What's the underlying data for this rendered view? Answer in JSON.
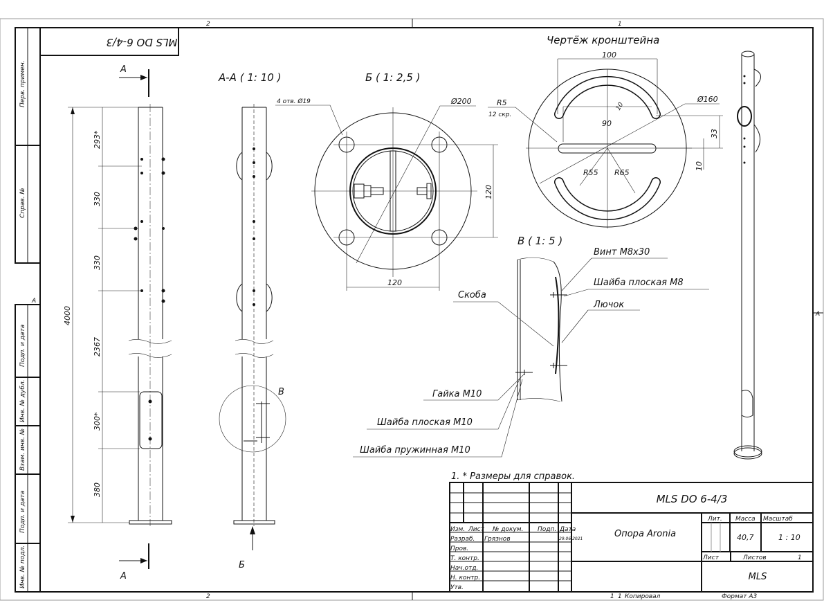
{
  "zones": {
    "top_left": "2",
    "top_right": "1",
    "bottom_left": "2",
    "bottom_right": "1",
    "left_a": "A",
    "right_a": "A"
  },
  "stamp_mirrored": "MLS DO 6-4/3",
  "side_strip": [
    "Перв. примен.",
    "Справ. №",
    "Подп. и дата",
    "Инв. № дубл.",
    "Взам. инв. №",
    "Подп. и дата",
    "Инв. № подл."
  ],
  "front_view": {
    "section_label_top": "А",
    "section_label_bottom": "А",
    "overall": "4000",
    "dims": [
      "293*",
      "330",
      "330",
      "2367",
      "300*",
      "380"
    ]
  },
  "section_view": {
    "title": "А-А ( 1: 10 )",
    "detail_label": "В",
    "view_label": "Б"
  },
  "base_view": {
    "title": "Б ( 1: 2,5 )",
    "holes": "4 отв. Ø19",
    "diameter": "Ø200",
    "dim_h": "120",
    "dim_v": "120"
  },
  "bracket": {
    "title": "Чертёж кронштейна",
    "r5": "R5",
    "r5_note": "12 скр.",
    "d100": "100",
    "d10a": "10",
    "d160": "Ø160",
    "d90": "90",
    "d33": "33",
    "d10b": "10",
    "r55": "R55",
    "r65": "R65"
  },
  "detail": {
    "title": "В ( 1: 5 )",
    "callouts": [
      "Винт М8х30",
      "Шайба плоская М8",
      "Лючок",
      "Скоба",
      "Гайка М10",
      "Шайба плоская М10",
      "Шайба пружинная М10"
    ]
  },
  "note": "1.   * Размеры для справок.",
  "title_block": {
    "designation": "MLS DO 6-4/3",
    "name": "Опора Aronia",
    "headers": [
      "Изм.",
      "Лист",
      "№ докум.",
      "Подп.",
      "Дата"
    ],
    "roles": [
      "Разраб.",
      "Пров.",
      "Т. контр.",
      "Нач.отд.",
      "Н. контр.",
      "Утв."
    ],
    "developer": "Грязнов",
    "date": "29.06.2021",
    "lit_label": "Лит.",
    "mass_label": "Масса",
    "scale_label": "Масштаб",
    "mass": "40,7",
    "scale": "1 : 10",
    "sheet_label": "Лист",
    "sheets_label": "Листов",
    "sheets": "1",
    "org": "MLS",
    "copied_num": "1",
    "copied": "Копировал",
    "format": "Формат А3"
  }
}
